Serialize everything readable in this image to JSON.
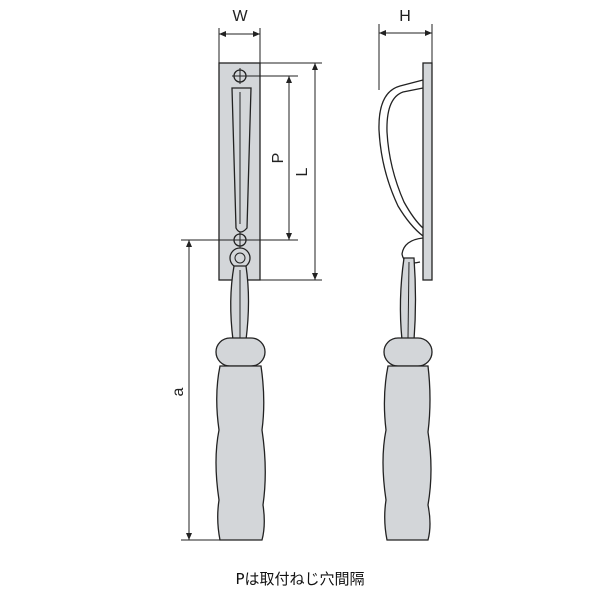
{
  "dimensions": {
    "width": "W",
    "height": "H",
    "pitch": "P",
    "length": "L",
    "overall": "a"
  },
  "caption": "Pは取付ねじ穴間隔"
}
